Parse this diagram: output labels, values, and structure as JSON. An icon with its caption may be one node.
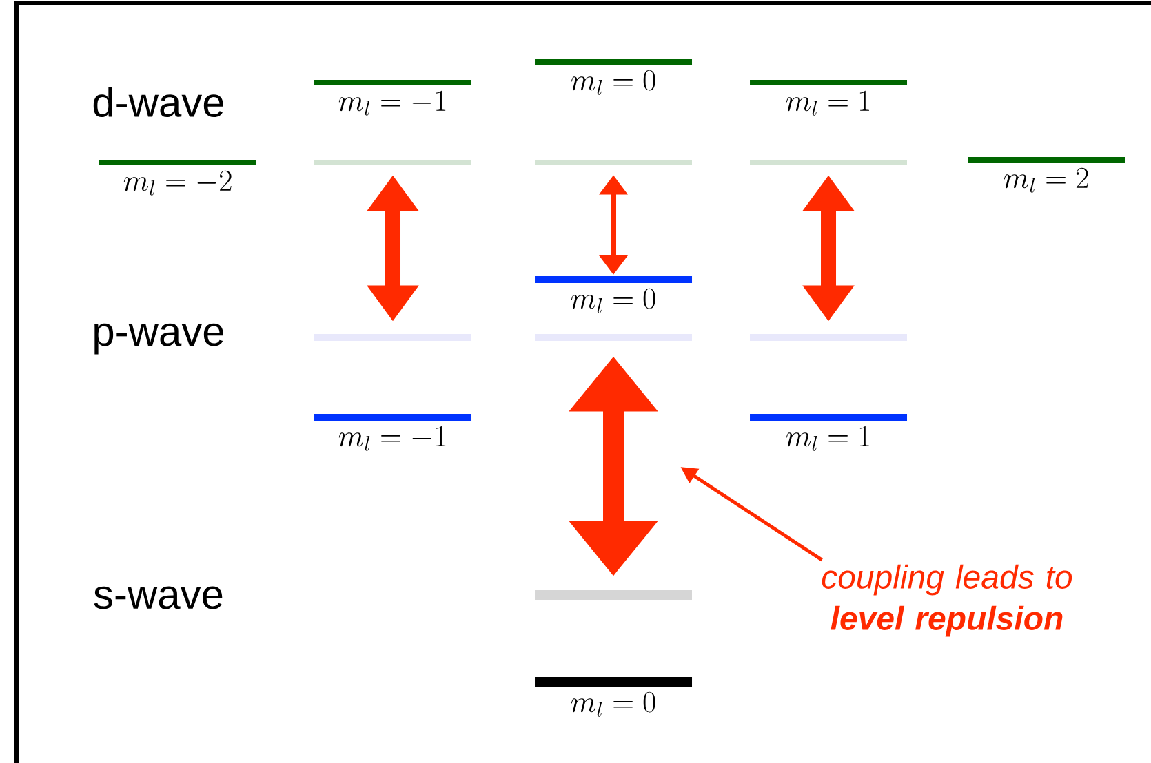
{
  "diagram": {
    "nodes": [
      {
        "text": [
          "m_l = -2"
        ]
      },
      {
        "text": [
          "m_l = -1"
        ]
      },
      {
        "text": [
          "m_l = 0"
        ]
      },
      {
        "text": [
          "m_l = 1"
        ]
      },
      {
        "text": [
          "m_l = 2"
        ]
      },
      {
        "text": [],
        "shape": "bar"
      },
      {
        "text": [],
        "shape": "bar"
      },
      {
        "text": [],
        "shape": "bar"
      },
      {
        "text": [
          "m_l = 0"
        ]
      },
      {
        "text": [],
        "shape": "bar"
      },
      {
        "text": [],
        "shape": "bar"
      },
      {
        "text": [],
        "shape": "bar"
      },
      {
        "text": [
          "m_l = -1"
        ]
      },
      {
        "text": [
          "m_l = 1"
        ]
      },
      {
        "text": [],
        "shape": "bar"
      },
      {
        "text": [
          "m_l = 0"
        ]
      },
      {
        "text": [
          "coupling leads to **level repulsion**"
        ]
      }
    ],
    "edges": [
      {
        "from": 5,
        "to": 9,
        "arrow": "both"
      },
      {
        "from": 6,
        "to": 8,
        "arrow": "both"
      },
      {
        "from": 7,
        "to": 11,
        "arrow": "both"
      },
      {
        "from": 10,
        "to": 14,
        "arrow": "both"
      },
      {
        "from": 16,
        "to": null,
        "arrow": "to"
      }
    ],
    "labels": [
      "d-wave",
      "p-wave",
      "s-wave"
    ]
  }
}
